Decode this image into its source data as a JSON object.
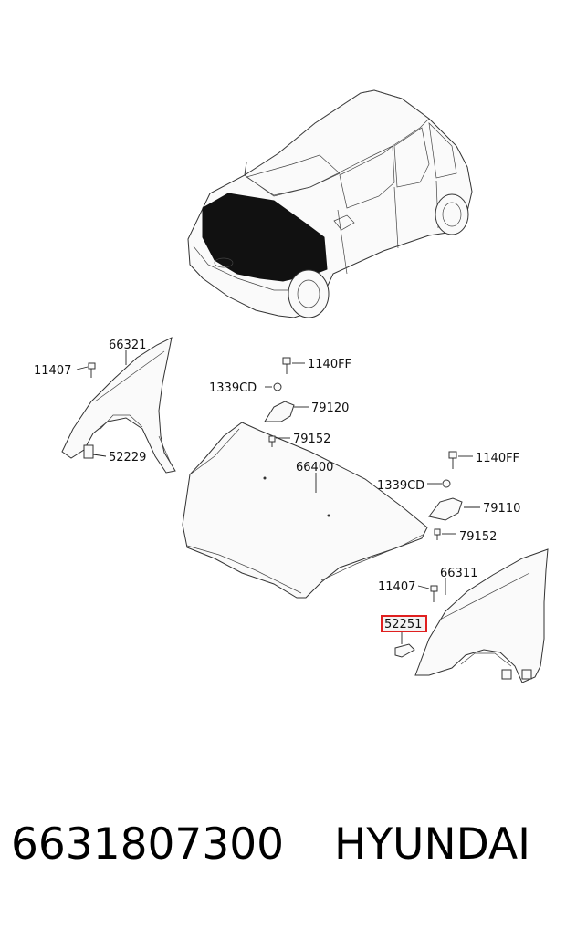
{
  "labels": {
    "fender_lh": "66321",
    "bolt_lh": "11407",
    "bracket_lh": "52229",
    "bolt_hinge_lh": "1140FF",
    "nut_lh": "1339CD",
    "hinge_lh": "79120",
    "bolt_small_lh": "79152",
    "hood": "66400",
    "bolt_hinge_rh": "1140FF",
    "nut_rh": "1339CD",
    "hinge_rh": "79110",
    "bolt_small_rh": "79152",
    "bolt_rh": "11407",
    "fender_rh": "66311",
    "bracket_rh": "52251"
  },
  "highlight_color": "#e02020",
  "caption": {
    "part_number": "6631807300",
    "brand": "HYUNDAI"
  }
}
